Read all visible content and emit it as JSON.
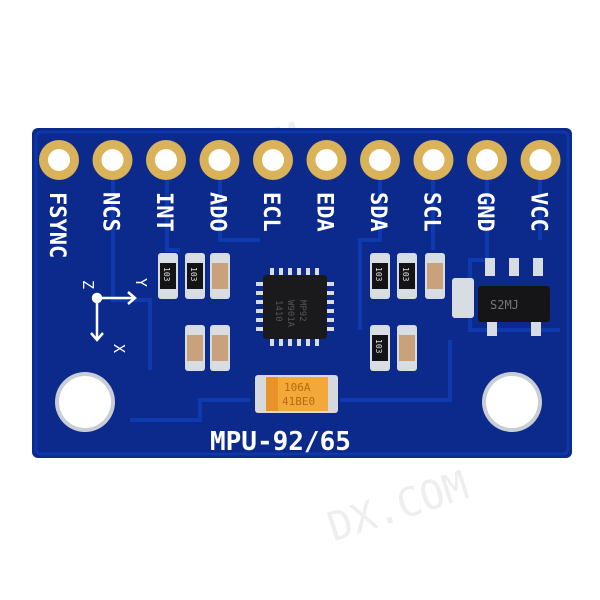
{
  "board": {
    "model_label": "MPU-92/65",
    "pin_labels": [
      "FSYNC",
      "NCS",
      "INT",
      "ADO",
      "ECL",
      "EDA",
      "SDA",
      "SCL",
      "GND",
      "VCC"
    ],
    "axis_labels": {
      "x": "X",
      "y": "Y",
      "z": "Z"
    },
    "chip_marking": [
      "MP92",
      "W901A",
      "1410"
    ],
    "capacitor_marking": [
      "106A",
      "41BE0"
    ],
    "regulator_marking": "S2MJ",
    "resistor_marking": "103",
    "colors": {
      "pcb": "#0b2a8c",
      "trace": "#0e36a8",
      "pad": "#d9b25a",
      "silk": "#ffffff",
      "tantalum": "#f3a83a"
    }
  },
  "watermark": "DX.COM"
}
